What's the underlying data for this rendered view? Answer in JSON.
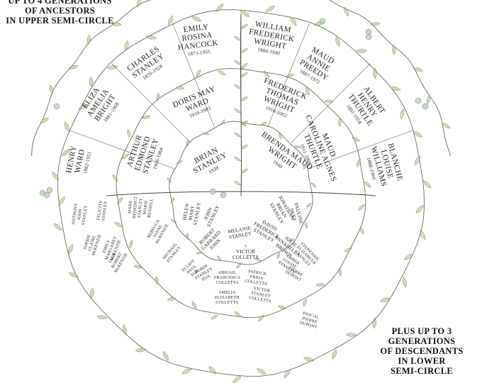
{
  "captions": {
    "ancestors": [
      "UP TO 4 GENERATIONS",
      "OF ANCESTORS",
      "IN UPPER SEMI-CIRCLE"
    ],
    "descendants": [
      "PLUS UP TO 3",
      "GENERATIONS",
      "OF DESCENDANTS",
      "IN LOWER",
      "SEMI-CIRCLE"
    ]
  },
  "colors": {
    "leaf": "#a9bf8a",
    "leaf_dark": "#6f8f57",
    "stem": "#3e4a36",
    "bud": "#b8d0b8",
    "ink": "#222222"
  },
  "ring1": {
    "brian": {
      "name": [
        "BRIAN",
        "STANLEY"
      ],
      "years": "1938"
    },
    "brenda": {
      "name": [
        "BRENDA MAUD",
        "WRIGHT"
      ],
      "years": "1940"
    }
  },
  "ring2": {
    "arthur": {
      "name": [
        "ARTHUR",
        "EDMOND",
        "STANLEY"
      ],
      "years": "1906-1964"
    },
    "doris": {
      "name": [
        "DORIS MAY",
        "WARD"
      ],
      "years": "1910-1983"
    },
    "frederick_t": {
      "name": [
        "FREDERICK",
        "THOMAS",
        "WRIGHT"
      ],
      "years": "1910-2002"
    },
    "caroline": {
      "name": [
        "MAUD",
        "CAROLINE AGNES",
        "THURTLE"
      ],
      "years": "1911-2005"
    }
  },
  "ring3": {
    "henry": {
      "name": [
        "HENRY",
        "WARD"
      ],
      "years": "1882-1951"
    },
    "eliza": {
      "name": [
        "ELIZA",
        "AMELIA",
        "BRIGHT"
      ],
      "years": "1881-1968"
    },
    "charles": {
      "name": [
        "CHARLES",
        "STANLEY"
      ],
      "years": "1870-1928"
    },
    "emily": {
      "name": [
        "EMILY",
        "ROSINA",
        "HANCOCK"
      ],
      "years": "1873-1955"
    },
    "william": {
      "name": [
        "WILLIAM",
        "FREDERICK",
        "WRIGHT"
      ],
      "years": "1884-1940"
    },
    "maud_annie": {
      "name": [
        "MAUD",
        "ANNIE",
        "PREEDY"
      ],
      "years": "1887-1972"
    },
    "albert": {
      "name": [
        "ALBERT",
        "HENRY",
        "THURTLE"
      ],
      "years": "1891-1958"
    },
    "blanche": {
      "name": [
        "BLANCHE",
        "LOUISE",
        "WILLIAMS"
      ],
      "years": "1888-1960"
    }
  },
  "children": [
    {
      "id": "helen",
      "lines": [
        "HELEN",
        "MARY",
        "STANLEY"
      ]
    },
    {
      "id": "john",
      "lines": [
        "JOHN",
        "STANLEY"
      ]
    },
    {
      "id": "robert",
      "lines": [
        "ROBERT",
        "GARRARD",
        "JOHN"
      ]
    },
    {
      "id": "melanie",
      "lines": [
        "MELANIE",
        "STANLEY"
      ]
    },
    {
      "id": "victor",
      "lines": [
        "+",
        "VICTOR",
        "COLLETTA"
      ]
    },
    {
      "id": "david",
      "lines": [
        "DAVID",
        "FREDERICK",
        "STANLEY"
      ]
    },
    {
      "id": "julie",
      "lines": [
        "JULIE",
        "ANNABELLA",
        "BROWN"
      ]
    },
    {
      "id": "jonathan",
      "lines": [
        "JONATHAN",
        "BRIAN",
        "STANLEY"
      ]
    },
    {
      "id": "pauline",
      "lines": [
        "PAULINE",
        "SKEY"
      ]
    }
  ],
  "grandchildren": [
    {
      "id": "anthony",
      "lines": [
        "ANTHONY",
        "JOHN",
        "STANLEY"
      ]
    },
    {
      "id": "felicity",
      "lines": [
        "FELICITY",
        "STANLEY"
      ]
    },
    {
      "id": "mark",
      "lines": [
        "MARK",
        "BENEDICT",
        "STANLEY"
      ]
    },
    {
      "id": "marie",
      "lines": [
        "MARIE",
        "RUSSELL"
      ]
    },
    {
      "id": "sophie",
      "lines": [
        "SOPHIE",
        "CLAIRE",
        "McKENZIE"
      ]
    },
    {
      "id": "emily_m",
      "lines": [
        "EMILY",
        "MARGARET",
        "McKENZIE"
      ]
    },
    {
      "id": "rebecca",
      "lines": [
        "REBECCA",
        "JAYNE",
        "McKENZIE"
      ]
    },
    {
      "id": "jack",
      "lines": [
        "JACK",
        "ROBERT",
        "McKENZIE"
      ]
    },
    {
      "id": "michael",
      "lines": [
        "MICHAEL",
        "STANLEY"
      ]
    },
    {
      "id": "elliot",
      "lines": [
        "ELLIOT",
        "PAUL",
        "FOX"
      ]
    },
    {
      "id": "robin",
      "lines": [
        "ROBIN",
        "STANLEY",
        "FOX"
      ]
    },
    {
      "id": "abigail",
      "lines": [
        "ABIGAIL",
        "FRANCESCA",
        "COLLETTA"
      ]
    },
    {
      "id": "amelia",
      "lines": [
        "AMELIA",
        "ELIZABETH",
        "COLLETTA"
      ]
    },
    {
      "id": "patrick",
      "lines": [
        "PATRICK",
        "FRIDA",
        "COLLETTA"
      ]
    },
    {
      "id": "victor_jr",
      "lines": [
        "VICTOR",
        "STANLEY",
        "COLLETTA"
      ]
    },
    {
      "id": "amber",
      "lines": [
        "AMBER",
        "LOUISE",
        "STANLEY"
      ]
    },
    {
      "id": "stephanie",
      "lines": [
        "STEPHANIE",
        "ELIZABETH",
        "STANLEY"
      ]
    },
    {
      "id": "pierre",
      "lines": [
        "PIERRE",
        "DUPONT"
      ]
    },
    {
      "id": "pascal",
      "lines": [
        "PASCAL",
        "PIERRE",
        "DUPONT"
      ]
    }
  ]
}
